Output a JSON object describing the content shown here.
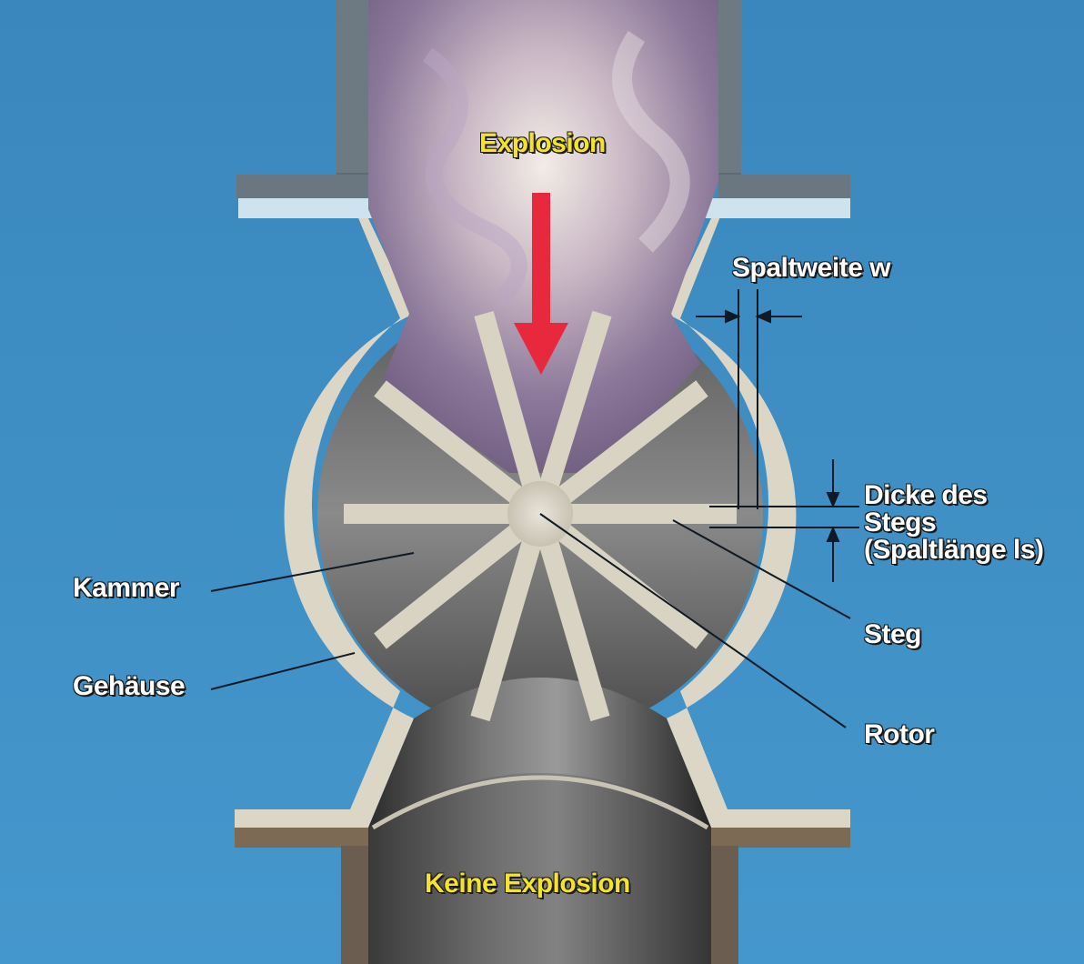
{
  "labels": {
    "explosion": "Explosion",
    "no_explosion": "Keine Explosion",
    "gap_width": "Spaltweite w",
    "web_thickness_line1": "Dicke des",
    "web_thickness_line2": "Stegs",
    "web_thickness_line3": "(Spaltlänge ls)",
    "web": "Steg",
    "rotor": "Rotor",
    "chamber": "Kammer",
    "housing": "Gehäuse"
  },
  "colors": {
    "background": "#3d8fc4",
    "housing_wall": "#d8d2c2",
    "flame": "#a08fa8",
    "arrow": "#e8283c",
    "label_text": "#ffffff",
    "title_text": "#f5e22a"
  },
  "icons": {
    "flow_arrow": "down-arrow-icon",
    "dimension_arrows": "dimension-arrow-icon"
  }
}
